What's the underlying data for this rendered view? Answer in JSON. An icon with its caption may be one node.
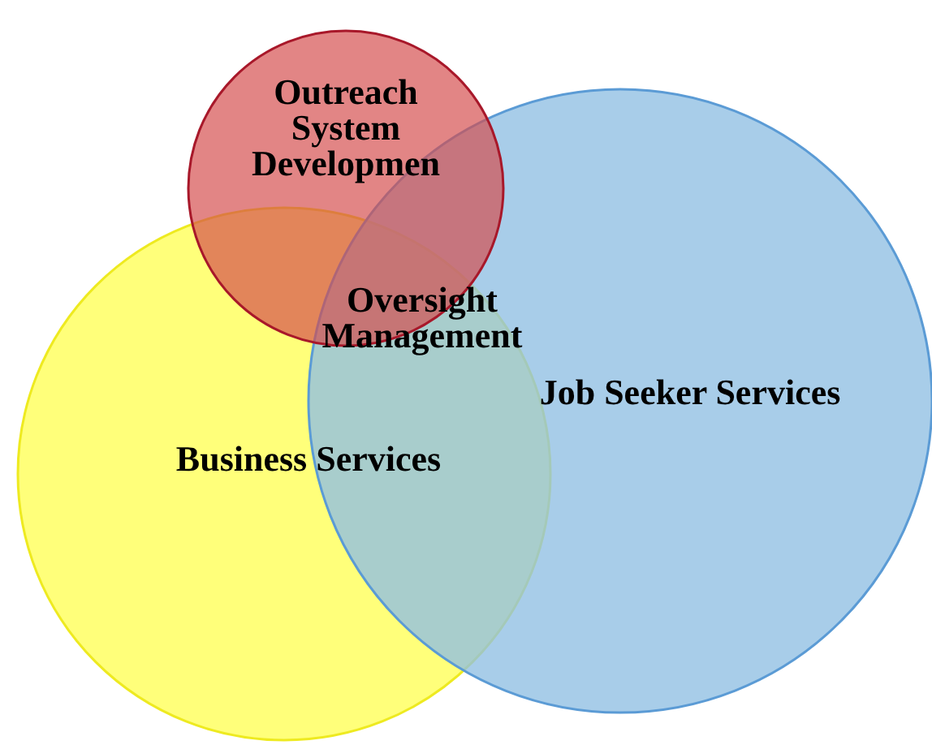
{
  "diagram": {
    "nodes": [
      {
        "text": [
          "Outreach System Developmen"
        ]
      },
      {
        "text": [
          "Job Seeker Services"
        ]
      },
      {
        "text": [
          "Business Services"
        ]
      }
    ],
    "labels": [
      "Oversight Management"
    ]
  }
}
